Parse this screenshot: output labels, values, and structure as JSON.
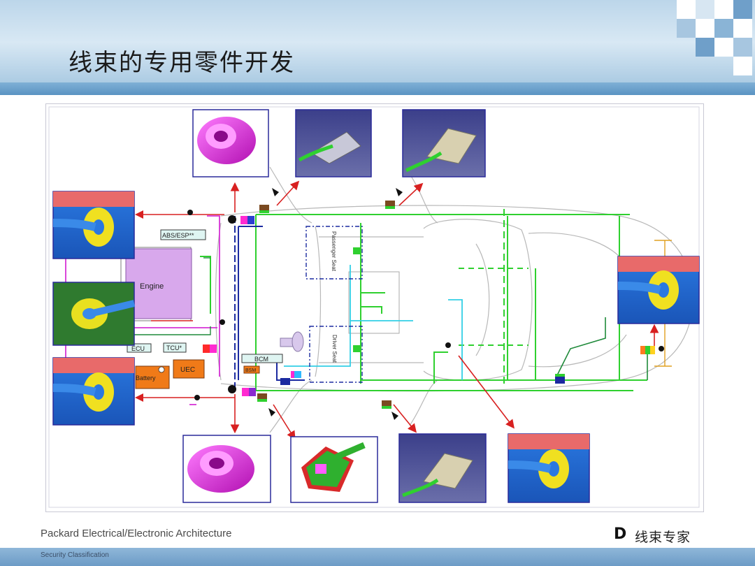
{
  "slide": {
    "title": "线束的专用零件开发",
    "footer": "Packard Electrical/Electronic Architecture",
    "security": "Security Classification",
    "watermark": "线束专家",
    "logo_letter": "D"
  },
  "diagram": {
    "modules": [
      {
        "id": "abs",
        "label": "ABS/ESP**"
      },
      {
        "id": "engine",
        "label": "Engine"
      },
      {
        "id": "ecu",
        "label": "ECU"
      },
      {
        "id": "tcu",
        "label": "TCU*"
      },
      {
        "id": "battery",
        "label": "Battery"
      },
      {
        "id": "uec",
        "label": "UEC"
      },
      {
        "id": "bcm",
        "label": "BCM"
      },
      {
        "id": "bsm",
        "label": "BSM"
      },
      {
        "id": "passenger_seat",
        "label": "Passenger Seat"
      },
      {
        "id": "driver_seat",
        "label": "Driver Seat"
      }
    ],
    "part_images": [
      {
        "id": "grommet-top",
        "kind": "grommet"
      },
      {
        "id": "connector-top-1",
        "kind": "connector"
      },
      {
        "id": "connector-top-2",
        "kind": "connector"
      },
      {
        "id": "grommet-left-1",
        "kind": "grommet-section"
      },
      {
        "id": "grommet-left-2",
        "kind": "grommet-mounted"
      },
      {
        "id": "grommet-left-3",
        "kind": "grommet-section"
      },
      {
        "id": "grommet-right",
        "kind": "grommet-section"
      },
      {
        "id": "grommet-bottom-1",
        "kind": "grommet"
      },
      {
        "id": "boot-bottom",
        "kind": "boot"
      },
      {
        "id": "connector-bottom",
        "kind": "connector"
      },
      {
        "id": "grommet-bottom-2",
        "kind": "grommet-section"
      }
    ],
    "colors": {
      "wire_green": "#2fd02f",
      "wire_cyan": "#33cfe6",
      "wire_magenta": "#d633d6",
      "wire_navy": "#1b2aa0",
      "wire_orange": "#e0a020",
      "engine": "#d8a8ec",
      "uec": "#f07a18",
      "arrow": "#d82020",
      "frame": "#2a2a9a"
    }
  }
}
